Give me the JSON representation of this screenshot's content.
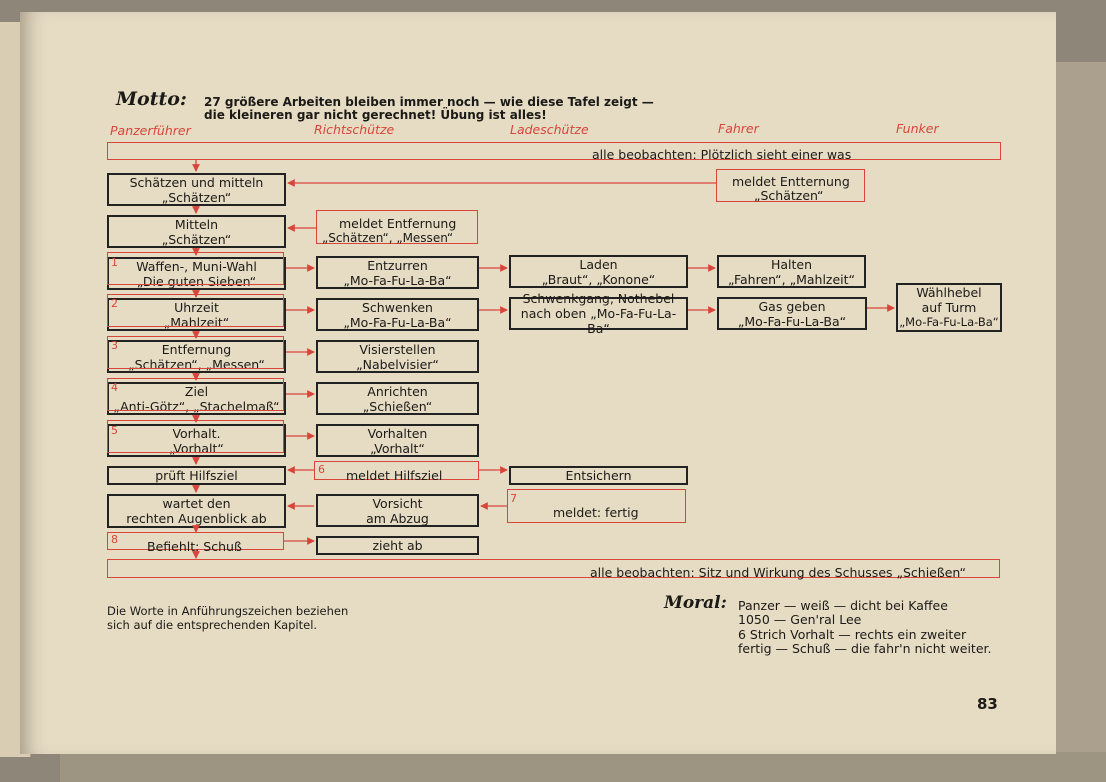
{
  "motto": {
    "label": "Motto:",
    "line1": "27 größere Arbeiten bleiben immer noch — wie diese Tafel zeigt —",
    "line2": "die kleineren gar nicht gerechnet! Übung ist alles!"
  },
  "columns": [
    "Panzerführer",
    "Richtschütze",
    "Ladeschütze",
    "Fahrer",
    "Funker"
  ],
  "bar_top": "alle beobachten: Plötzlich sieht einer was",
  "bar_bottom": "alle beobachten: Sitz und Wirkung des Schusses „Schießen“",
  "boxes": {
    "sm1": "Schätzen und mitteln",
    "sm2": "„Schätzen“",
    "me1": "meldet Entternung",
    "me2": "„Schätzen“",
    "mi1": "Mitteln",
    "mi2": "„Schätzen“",
    "re1": "meldet Entfernung",
    "re2": "„Schätzen“, „Messen“",
    "wm1": "Waffen-, Muni-Wahl",
    "wm2": "„Die guten Sieben“",
    "ez1": "Entzurren",
    "ez2": "„Mo-Fa-Fu-La-Ba“",
    "la1": "Laden",
    "la2": "„Braut“, „Konone“",
    "ha1": "Halten",
    "ha2": "„Fahren“, „Mahlzeit“",
    "uz1": "Uhrzeit",
    "uz2": "„Mahlzeit“",
    "sw1": "Schwenken",
    "sw2": "„Mo-Fa-Fu-La-Ba“",
    "sg1": "Schwenkgang, Nothebel",
    "sg2": "nach oben „Mo-Fa-Fu-La-Ba“",
    "gg1": "Gas geben",
    "gg2": "„Mo-Fa-Fu-La-Ba“",
    "wh1": "Wählhebel",
    "wh2": "auf Turm",
    "wh3": "„Mo-Fa-Fu-La-Ba“",
    "en1": "Entfernung",
    "en2": "„Schätzen“, „Messen“",
    "vs1": "Visierstellen",
    "vs2": "„Nabelvisier“",
    "zi1": "Ziel",
    "zi2": "„Anti-Götz“, „Stachelmaß“",
    "an1": "Anrichten",
    "an2": "„Schießen“",
    "vh1": "Vorhalt.",
    "vh2": "„Vorhalt“",
    "vt1": "Vorhalten",
    "vt2": "„Vorhalt“",
    "ph": "prüft Hilfsziel",
    "mh": "meldet Hilfsziel",
    "es": "Entsichern",
    "wd1": "wartet den",
    "wd2": "rechten Augenblick ab",
    "va1": "Vorsicht",
    "va2": "am Abzug",
    "mf": "meldet: fertig",
    "bs": "Befiehlt: Schuß",
    "za": "zieht ab"
  },
  "step_numbers": [
    "1",
    "2",
    "3",
    "4",
    "5",
    "6",
    "7",
    "8"
  ],
  "footnote": {
    "line1": "Die Worte in Anführungszeichen beziehen",
    "line2": "sich auf die entsprechenden Kapitel."
  },
  "moral": {
    "label": "Moral:",
    "line1": "Panzer — weiß — dicht bei Kaffee",
    "line2": "1050 — Gen'ral Lee",
    "line3": "6 Strich Vorhalt — rechts ein zweiter",
    "line4": "fertig — Schuß — die fahr'n nicht weiter."
  },
  "page_number": "83",
  "colors": {
    "ink": "#1c1a17",
    "red": "#d8453a",
    "paper": "#e6dcc4"
  }
}
